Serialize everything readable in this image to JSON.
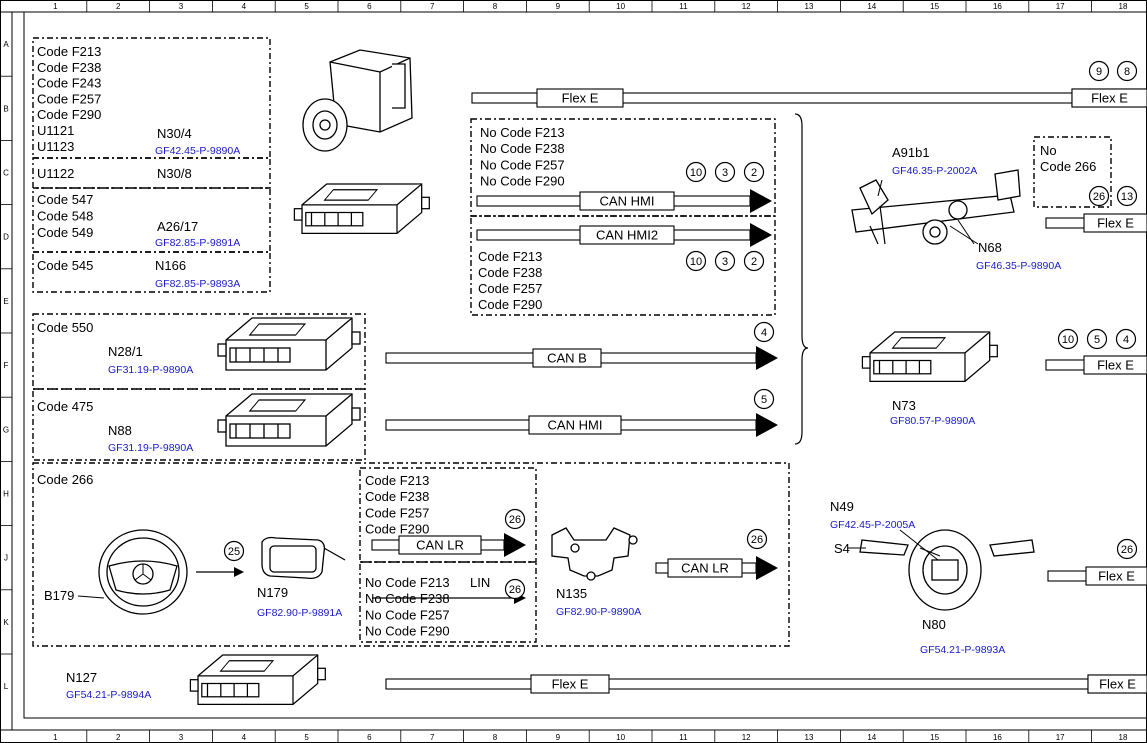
{
  "columns": [
    "1",
    "2",
    "3",
    "4",
    "5",
    "6",
    "7",
    "8",
    "9",
    "10",
    "11",
    "12",
    "13",
    "14",
    "15",
    "16",
    "17",
    "18"
  ],
  "rows": [
    "A",
    "B",
    "C",
    "D",
    "E",
    "F",
    "G",
    "H",
    "J",
    "K",
    "L"
  ],
  "groups": {
    "n30_4_codes": [
      "Code F213",
      "Code F238",
      "Code F243",
      "Code F257",
      "Code F290",
      "U1121",
      "U1123"
    ],
    "n30_4": {
      "name": "N30/4",
      "ref": "GF42.45-P-9890A"
    },
    "n30_8_codes": [
      "U1122"
    ],
    "n30_8": {
      "name": "N30/8"
    },
    "a26_17_codes": [
      "Code 547",
      "Code 548",
      "Code 549"
    ],
    "a26_17": {
      "name": "A26/17",
      "ref": "GF82.85-P-9891A"
    },
    "n166_codes": [
      "Code 545"
    ],
    "n166": {
      "name": "N166",
      "ref": "GF82.85-P-9893A"
    },
    "n28_1_codes": [
      "Code 550"
    ],
    "n28_1": {
      "name": "N28/1",
      "ref": "GF31.19-P-9890A"
    },
    "n88_codes": [
      "Code 475"
    ],
    "n88": {
      "name": "N88",
      "ref": "GF31.19-P-9890A"
    },
    "steering_group_codes": [
      "Code 266"
    ],
    "b179": {
      "name": "B179"
    },
    "n179": {
      "name": "N179",
      "ref": "GF82.90-P-9891A"
    },
    "canlr_codes": [
      "Code F213",
      "Code F238",
      "Code F257",
      "Code F290"
    ],
    "lin_codes": [
      "No Code F213",
      "No Code F238",
      "No Code F257",
      "No Code F290"
    ],
    "lin_label": "LIN",
    "n135": {
      "name": "N135",
      "ref": "GF82.90-P-9890A"
    },
    "hmi_no_codes": [
      "No Code F213",
      "No Code F238",
      "No Code F257",
      "No Code F290"
    ],
    "hmi2_codes": [
      "Code F213",
      "Code F238",
      "Code F257",
      "Code F290"
    ],
    "a91b1": {
      "name": "A91b1",
      "ref": "GF46.35-P-2002A"
    },
    "n68": {
      "name": "N68",
      "ref": "GF46.35-P-9890A"
    },
    "no_code_266": [
      "No",
      "Code 266"
    ],
    "n73": {
      "name": "N73",
      "ref": "GF80.57-P-9890A"
    },
    "n49": {
      "name": "N49",
      "ref": "GF42.45-P-2005A"
    },
    "s4": {
      "name": "S4"
    },
    "n80": {
      "name": "N80",
      "ref": "GF54.21-P-9893A"
    },
    "n127": {
      "name": "N127",
      "ref": "GF54.21-P-9894A"
    }
  },
  "buses": {
    "flex_e_top": "Flex E",
    "flex_e_top_end": "Flex E",
    "can_hmi_1": "CAN HMI",
    "can_hmi2": "CAN HMI2",
    "can_b": "CAN B",
    "can_hmi_2": "CAN HMI",
    "can_lr_1": "CAN LR",
    "can_lr_2": "CAN LR",
    "flex_e_bottom": "Flex E",
    "flex_e_bottom_end": "Flex E",
    "flex_e_n68": "Flex E",
    "flex_e_n73": "Flex E",
    "flex_e_n80": "Flex E"
  },
  "circle_refs": {
    "flex_e_top": [
      "9",
      "8"
    ],
    "can_hmi_1": [
      "10",
      "3",
      "2"
    ],
    "can_hmi2": [
      "10",
      "3",
      "2"
    ],
    "can_b": [
      "4"
    ],
    "can_hmi_2": [
      "5"
    ],
    "n179_arrow": [
      "25"
    ],
    "can_lr_1": [
      "26"
    ],
    "lin": [
      "26"
    ],
    "can_lr_2": [
      "26"
    ],
    "n68": [
      "26",
      "13"
    ],
    "n73": [
      "10",
      "5",
      "4"
    ],
    "n80": [
      "26"
    ]
  }
}
